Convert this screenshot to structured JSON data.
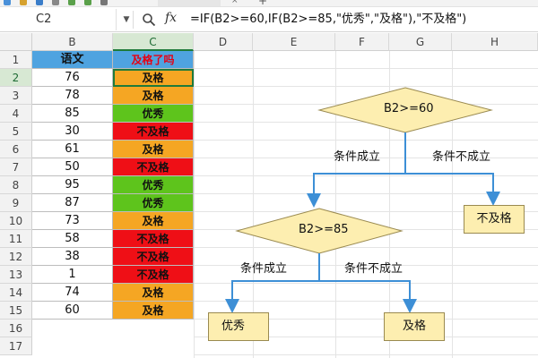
{
  "formula_bar": {
    "name_box": "C2",
    "fx_symbol": "fx",
    "formula": "=IF(B2>=60,IF(B2>=85,\"优秀\",\"及格\"),\"不及格\")"
  },
  "columns": [
    "B",
    "C",
    "D",
    "E",
    "F",
    "G",
    "H"
  ],
  "rows": [
    "1",
    "2",
    "3",
    "4",
    "5",
    "6",
    "7",
    "8",
    "9",
    "10",
    "11",
    "12",
    "13",
    "14",
    "15",
    "16",
    "17"
  ],
  "table": {
    "header_b": "语文",
    "header_c": "及格了吗",
    "records": [
      {
        "score": "76",
        "result": "及格"
      },
      {
        "score": "78",
        "result": "及格"
      },
      {
        "score": "85",
        "result": "优秀"
      },
      {
        "score": "30",
        "result": "不及格"
      },
      {
        "score": "61",
        "result": "及格"
      },
      {
        "score": "50",
        "result": "不及格"
      },
      {
        "score": "95",
        "result": "优秀"
      },
      {
        "score": "87",
        "result": "优秀"
      },
      {
        "score": "73",
        "result": "及格"
      },
      {
        "score": "58",
        "result": "不及格"
      },
      {
        "score": "38",
        "result": "不及格"
      },
      {
        "score": "1",
        "result": "不及格"
      },
      {
        "score": "74",
        "result": "及格"
      },
      {
        "score": "60",
        "result": "及格"
      }
    ]
  },
  "result_colors": {
    "及格": "#f5a623",
    "优秀": "#5ec41c",
    "不及格": "#ef0f16"
  },
  "flowchart": {
    "decision1": "B2>=60",
    "decision2": "B2>=85",
    "d1_yes": "条件成立",
    "d1_no": "条件不成立",
    "d2_yes": "条件成立",
    "d2_no": "条件不成立",
    "out_fail": "不及格",
    "out_excellent": "优秀",
    "out_pass": "及格",
    "fill_color": "#fdeeb0",
    "arrow_color": "#3d8fd6"
  }
}
